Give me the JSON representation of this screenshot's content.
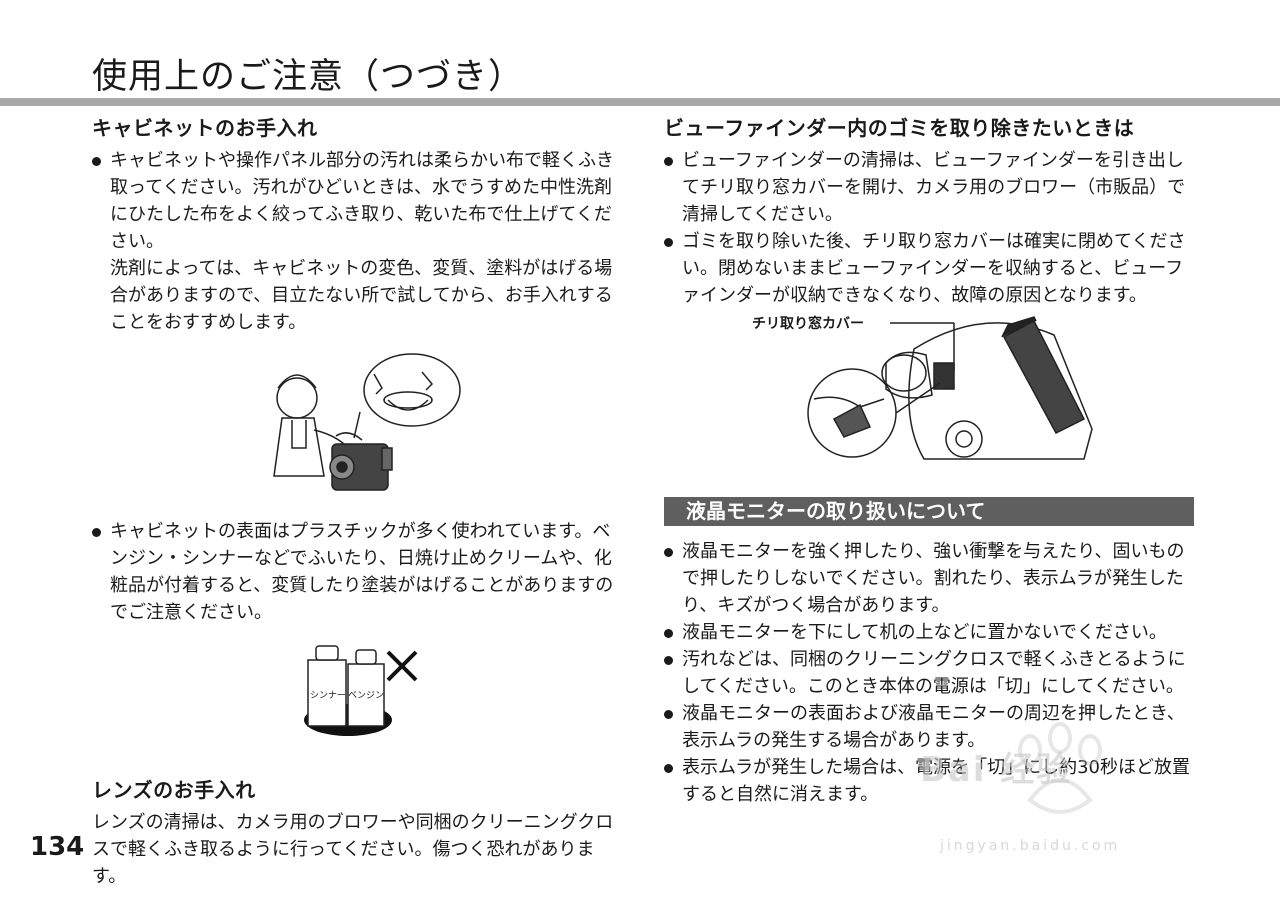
{
  "page": {
    "title": "使用上のご注意（つづき）",
    "page_number": "134"
  },
  "left": {
    "cabinet": {
      "heading": "キャビネットのお手入れ",
      "bullet1_p1": "キャビネットや操作パネル部分の汚れは柔らかい布で軽くふき取ってください。汚れがひどいときは、水でうすめた中性洗剤にひたした布をよく絞ってふき取り、乾いた布で仕上げてください。",
      "bullet1_p2": "洗剤によっては、キャビネットの変色、変質、塗料がはげる場合がありますので、目立たない所で試してから、お手入れすることをおすすめします。",
      "bullet2": "キャビネットの表面はプラスチックが多く使われています。ベンジン・シンナーなどでふいたり、日焼け止めクリームや、化粧品が付着すると、変質したり塗装がはげることがありますのでご注意ください。"
    },
    "bottles": {
      "label1": "シンナー",
      "label2": "ベンジン"
    },
    "lens": {
      "heading": "レンズのお手入れ",
      "text": "レンズの清掃は、カメラ用のブロワーや同梱のクリーニングクロスで軽くふき取るように行ってください。傷つく恐れがあります。"
    }
  },
  "right": {
    "viewfinder": {
      "heading": "ビューファインダー内のゴミを取り除きたいときは",
      "bullet1": "ビューファインダーの清掃は、ビューファインダーを引き出してチリ取り窓カバーを開け、カメラ用のブロワー（市販品）で清掃してください。",
      "bullet2": "ゴミを取り除いた後、チリ取り窓カバーは確実に閉めてください。閉めないままビューファインダーを収納すると、ビューファインダーが収納できなくなり、故障の原因となります。",
      "callout": "チリ取り窓カバー"
    },
    "lcd": {
      "heading": "液晶モニターの取り扱いについて",
      "bullets": [
        "液晶モニターを強く押したり、強い衝撃を与えたり、固いもので押したりしないでください。割れたり、表示ムラが発生したり、キズがつく場合があります。",
        "液晶モニターを下にして机の上などに置かないでください。",
        "汚れなどは、同梱のクリーニングクロスで軽くふきとるようにしてください。このとき本体の電源は「切」にしてください。",
        "液晶モニターの表面および液晶モニターの周辺を押したとき、表示ムラの発生する場合があります。",
        "表示ムラが発生した場合は、電源を「切」にし約30秒ほど放置すると自然に消えます。"
      ]
    }
  },
  "watermark": {
    "text": "Bai 经验",
    "sub": "jingyan.baidu.com"
  }
}
